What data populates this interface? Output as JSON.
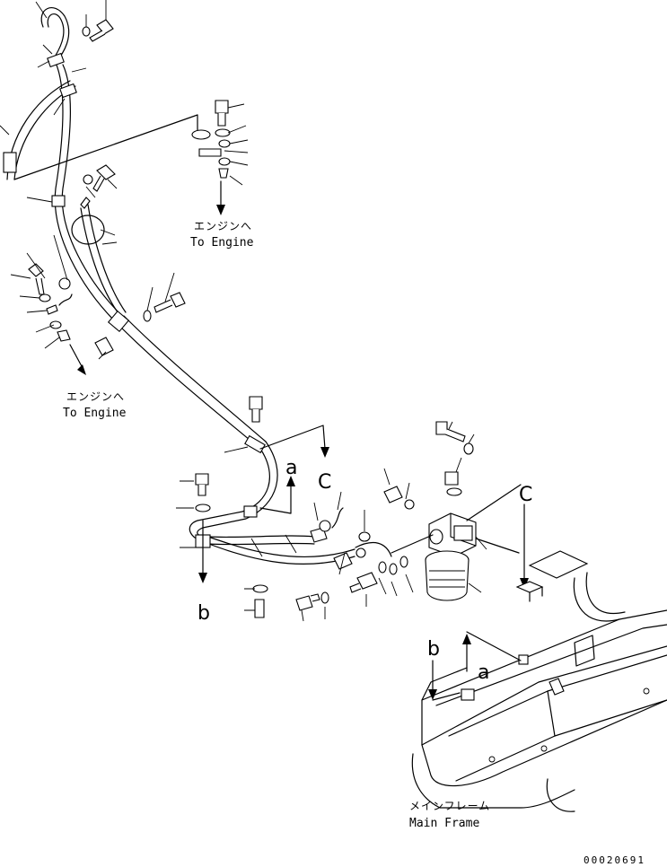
{
  "callouts": [
    {
      "jp": "エンジンへ",
      "en": "To Engine"
    },
    {
      "jp": "エンジンへ",
      "en": "To Engine"
    },
    {
      "jp": "メインフレーム",
      "en": "Main Frame"
    }
  ],
  "view_letters": {
    "a": "a",
    "b": "b",
    "c": "C"
  },
  "drawing_number": "00020691"
}
